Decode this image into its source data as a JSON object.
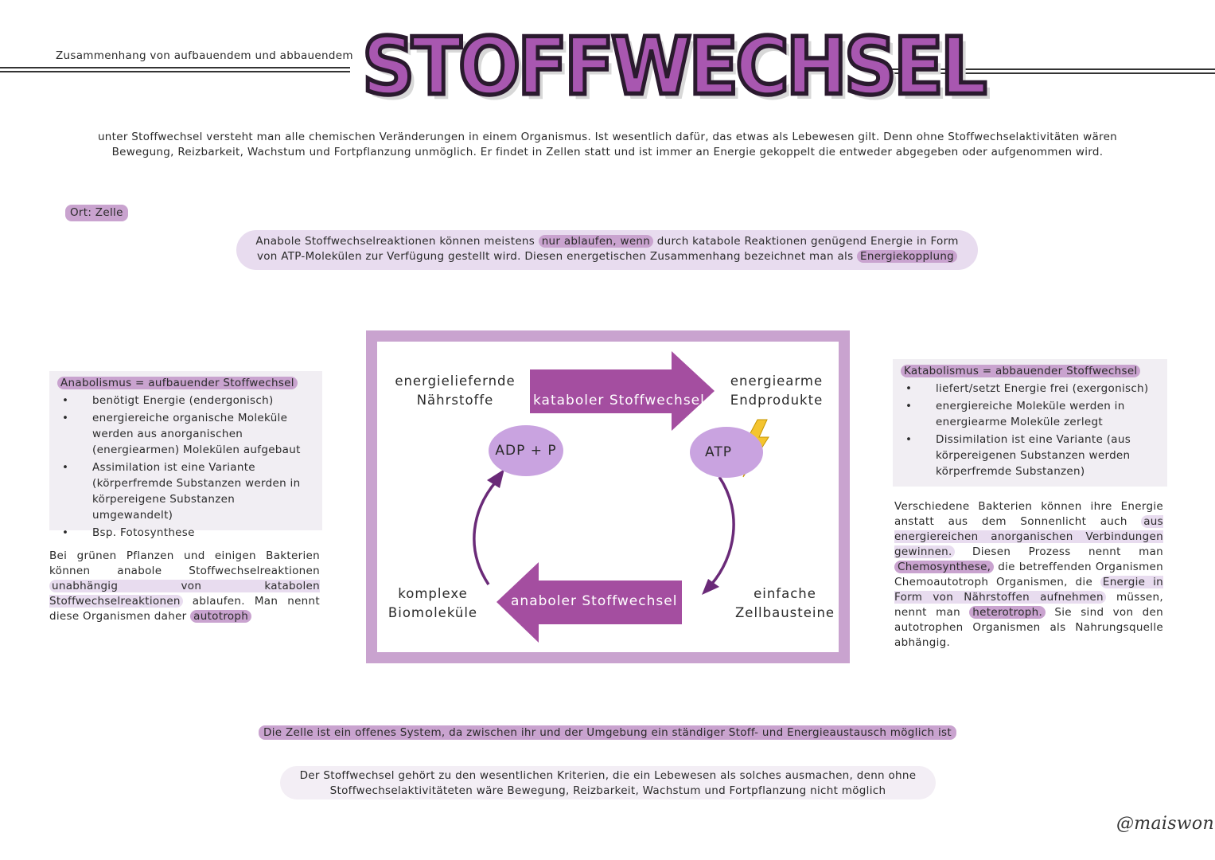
{
  "header": {
    "subtitle": "Zusammenhang von aufbauendem und abbauendem",
    "title": "STOFFWECHSEL"
  },
  "intro": {
    "line1": "unter Stoffwechsel versteht man alle chemischen Veränderungen in einem Organismus. Ist wesentlich dafür, das etwas als Lebewesen gilt. Denn ohne Stoffwechselaktivitäten wären",
    "line2": "Bewegung, Reizbarkeit, Wachstum und Fortpflanzung unmöglich. Er findet in Zellen statt und ist immer an Energie gekoppelt die entweder abgegeben oder aufgenommen wird."
  },
  "ort": "Ort: Zelle",
  "coupling": {
    "a": "Anabole Stoffwechselreaktionen können meistens ",
    "b": "nur ablaufen, wenn",
    "c": " durch katabole Reaktionen genügend Energie in Form",
    "d": "von ATP-Molekülen zur Verfügung gestellt wird. Diesen energetischen Zusammenhang bezeichnet man als ",
    "e": "Energiekopplung"
  },
  "anabolism": {
    "heading": "Anabolismus = aufbauender Stoffwechsel",
    "items": [
      "benötigt Energie (endergonisch)",
      "energiereiche organische Moleküle werden aus anorganischen (energiearmen) Molekülen aufgebaut",
      "Assimilation ist eine Variante (körperfremde Substanzen werden in körpereigene Substanzen umgewandelt)",
      "Bsp. Fotosynthese"
    ],
    "note": {
      "a": "Bei grünen Pflanzen und einigen Bakterien können anabole Stoffwechselreaktionen ",
      "b": "unabhängig von katabolen Stoffwechselreaktionen",
      "c": " ablaufen. Man nennt diese Organismen daher ",
      "d": "autotroph"
    }
  },
  "catabolism": {
    "heading": "Katabolismus = abbauender Stoffwechsel",
    "items": [
      "liefert/setzt Energie frei (exergonisch)",
      "energiereiche Moleküle werden in energiearme Moleküle zerlegt",
      "Dissimilation ist eine Variante (aus körpereigenen Substanzen werden körperfremde Substanzen)"
    ],
    "note": {
      "a": "Verschiedene Bakterien können ihre Energie anstatt aus dem Sonnenlicht auch ",
      "b": "aus energiereichen anorganischen Verbindungen gewinnen.",
      "c": " Diesen Prozess nennt man ",
      "d": "Chemosynthese,",
      "e": " die betreffenden Organismen Chemoautotroph Organismen, die ",
      "f": "Energie in Form von Nährstoffen aufnehmen",
      "g": " müssen, nennt man ",
      "h": "heterotroph.",
      "i": " Sie sind von den autotrophen Organismen als Nahrungsquelle abhängig."
    }
  },
  "diagram": {
    "top_left": "energieliefernde Nährstoffe",
    "top_arrow": "kataboler Stoffwechsel",
    "top_right": "energiearme Endprodukte",
    "adp": "ADP + P",
    "atp": "ATP",
    "bottom_left": "komplexe Biomoleküle",
    "bottom_arrow": "anaboler Stoffwechsel",
    "bottom_right": "einfache Zellbausteine"
  },
  "open_system": "Die Zelle ist ein offenes System, da zwischen ihr und der Umgebung ein ständiger Stoff- und Energieaustausch möglich ist",
  "closing": {
    "line1": "Der Stoffwechsel gehört zu den wesentlichen Kriterien, die ein Lebewesen als solches ausmachen, denn ohne",
    "line2": "Stoffwechselaktivitäteten wäre Bewegung, Reizbarkeit, Wachstum und Fortpflanzung nicht möglich"
  },
  "signature": "@maiswon",
  "colors": {
    "accent": "#a857b0",
    "highlight": "#c9a3cf",
    "arrow": "#a44ea0"
  }
}
